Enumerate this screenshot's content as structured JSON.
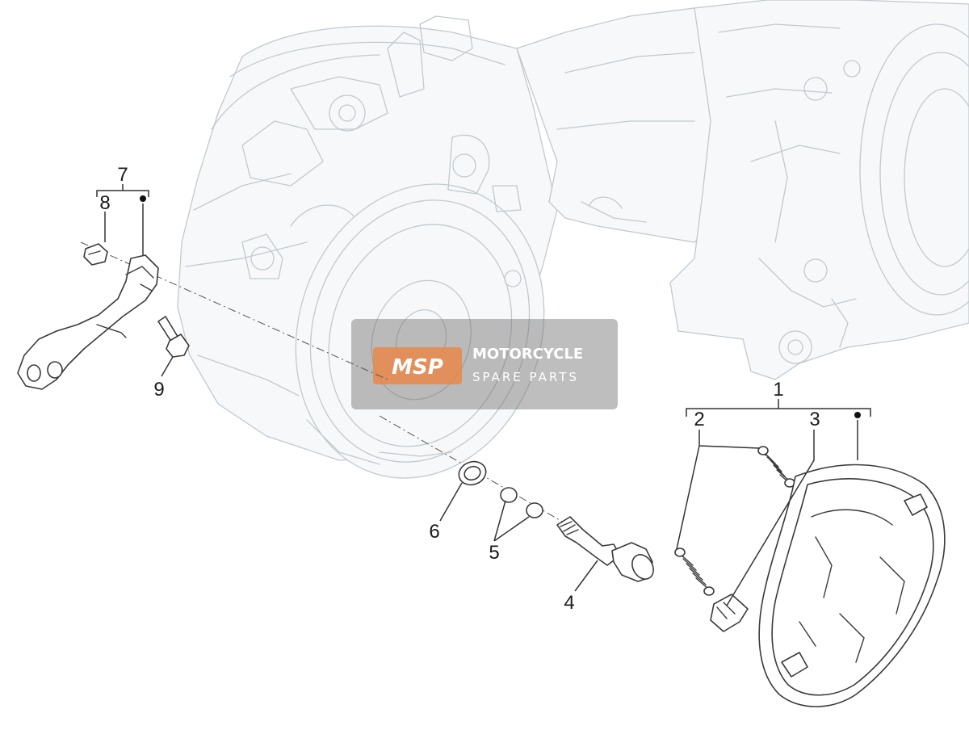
{
  "callouts": {
    "c1": "1",
    "c2": "2",
    "c3": "3",
    "c4": "4",
    "c5": "5",
    "c6": "6",
    "c7": "7",
    "c8": "8",
    "c9": "9"
  },
  "watermark": {
    "logo_text": "MSP",
    "line1": "MOTORCYCLE",
    "line2": "SPARE PARTS",
    "accent": "#e8884a"
  }
}
